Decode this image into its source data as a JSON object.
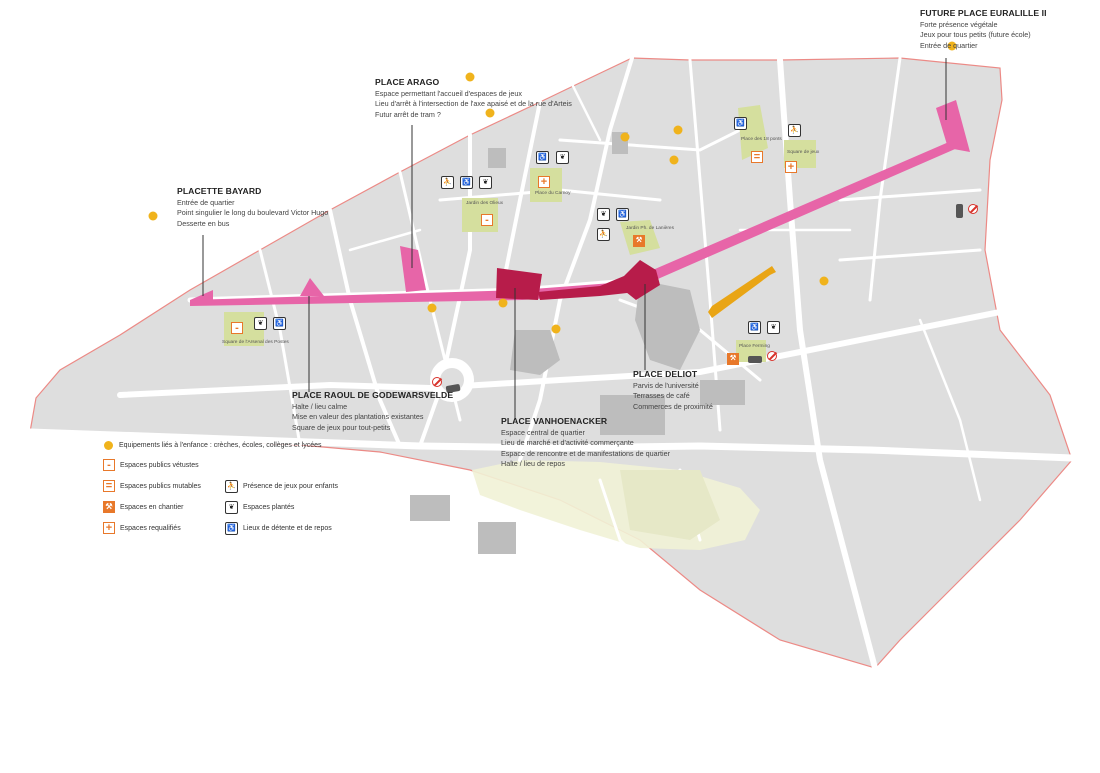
{
  "callouts": {
    "euralille": {
      "title": "FUTURE PLACE EURALILLE II",
      "lines": [
        "Forte présence végétale",
        "Jeux pour tous petits (future école)",
        "Entrée de quartier"
      ]
    },
    "arago": {
      "title": "PLACE ARAGO",
      "lines": [
        "Espace permettant l'accueil d'espaces de jeux",
        "Lieu d'arrêt à l'intersection de l'axe apaisé et de la rue d'Arteis",
        "Futur arrêt de tram ?"
      ]
    },
    "bayard": {
      "title": "PLACETTE BAYARD",
      "lines": [
        "Entrée de quartier",
        "Point singulier le long du boulevard Victor Hugo",
        "Desserte en bus"
      ]
    },
    "godewarsvelde": {
      "title": "PLACE RAOUL DE GODEWARSVELDE",
      "lines": [
        "Halte / lieu calme",
        "Mise en valeur des plantations existantes",
        "Square de jeux pour tout-petits"
      ]
    },
    "vanhoenacker": {
      "title": "PLACE VANHOENACKER",
      "lines": [
        "Espace central de quartier",
        "Lieu de marché et d'activité commerçante",
        "Espace de rencontre et de manifestations de quartier",
        "Halte / lieu de repos"
      ]
    },
    "deliot": {
      "title": "PLACE DELIOT",
      "lines": [
        "Parvis de l'université",
        "Terrasses de café",
        "Commerces de proximité"
      ]
    }
  },
  "map_labels": {
    "place_18_ponts": "Place des 18 ponts",
    "square_jeux": "Square de jeux",
    "place_carnoy": "Place du Carnoy",
    "jardin_olieux": "Jardin des Olieux",
    "jardin_lanieres": "Jardin Ph. de Lanières",
    "square_arsenal": "Square de l'Arsenal des Postes",
    "place_ferming": "Place Ferming"
  },
  "legend": {
    "enfance": "Equipements liés à l'enfance : crèches, écoles, collèges et lycées",
    "vetustes": "Espaces publics vétustes",
    "mutables": "Espaces publics mutables",
    "chantier": "Espaces en chantier",
    "requalifies": "Espaces requalifiés",
    "jeux": "Présence de jeux pour enfants",
    "plantes": "Espaces plantés",
    "detente": "Lieux de détente et de repos"
  },
  "symbols": {
    "minus": "-",
    "equals": "=",
    "plus": "+",
    "games_glyph": "⛹",
    "plant_glyph": "❦",
    "bench_glyph": "♿",
    "works_glyph": "⚒"
  },
  "colors": {
    "district_fill": "#dedede",
    "district_outline": "#ec8a86",
    "axis_pink": "#e765a8",
    "square_crimson": "#b71c4a",
    "green_space": "#d5df9e",
    "orange": "#e8782a",
    "yellow_dot": "#f0b31c",
    "building_gray": "#bdbdbd",
    "street": "#ffffff"
  }
}
